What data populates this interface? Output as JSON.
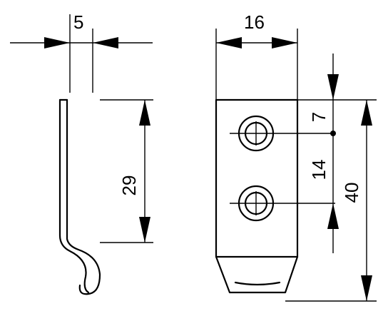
{
  "dimensions": {
    "side_thickness": "5",
    "side_height": "29",
    "front_width": "16",
    "hole_top_offset": "7",
    "hole_spacing": "14",
    "overall_height": "40"
  }
}
